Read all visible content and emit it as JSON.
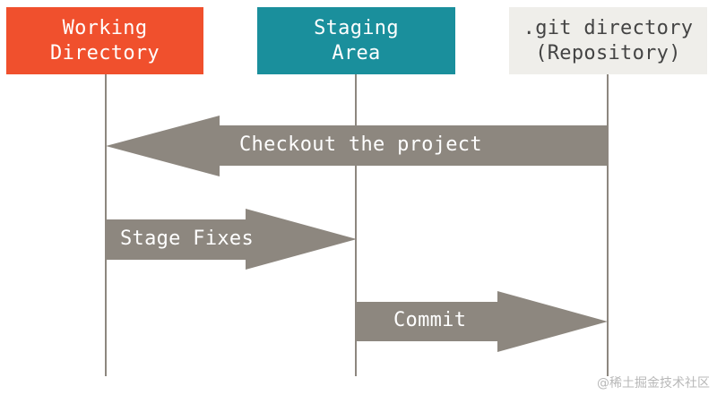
{
  "areas": {
    "working": {
      "line1": "Working",
      "line2": "Directory",
      "bg": "#f0502d",
      "fg": "#ffffff"
    },
    "staging": {
      "line1": "Staging",
      "line2": "Area",
      "bg": "#1a8f9c",
      "fg": "#ffffff"
    },
    "git": {
      "line1": ".git directory",
      "line2": "(Repository)",
      "bg": "#efeeea",
      "fg": "#444444"
    }
  },
  "arrows": {
    "checkout": {
      "label": "Checkout the project",
      "from": "git",
      "to": "working"
    },
    "stage": {
      "label": "Stage Fixes",
      "from": "working",
      "to": "staging"
    },
    "commit": {
      "label": "Commit",
      "from": "staging",
      "to": "git"
    }
  },
  "colors": {
    "arrow": "#8d877f",
    "line": "#8d877f"
  },
  "watermark": "@稀土掘金技术社区"
}
